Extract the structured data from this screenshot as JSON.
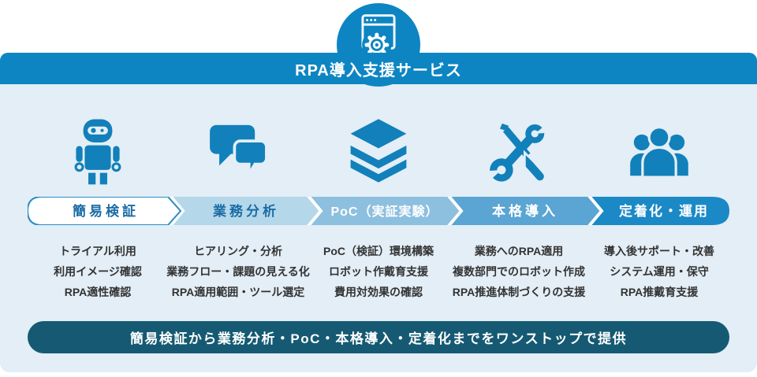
{
  "header": {
    "title": "RPA導入支援サービス",
    "badge_icon": "browser-gear-icon"
  },
  "colors": {
    "primary_blue": "#0d85c2",
    "icon_blue": "#1280ba",
    "panel_bg": "#e3eef6",
    "step_fills": [
      "#ffffff",
      "#b5d7ea",
      "#8dbfdf",
      "#5aa5d3",
      "#1b89c6"
    ],
    "step1_border": "#2a8cc4",
    "step_label_dark": "#1a6ca5",
    "detail_text": "#333333",
    "banner_bg": "#155a72"
  },
  "steps": [
    {
      "icon": "robot-icon",
      "label": "簡易検証",
      "items": [
        "トライアル利用",
        "利用イメージ確認",
        "RPA適性確認"
      ]
    },
    {
      "icon": "chat-icon",
      "label": "業務分析",
      "items": [
        "ヒアリング・分析",
        "業務フロー・課題の見える化",
        "RPA適用範囲・ツール選定"
      ]
    },
    {
      "icon": "layers-icon",
      "label": "PoC（実証実験）",
      "items": [
        "PoC（検証）環境構築",
        "ロボット作戴育支援",
        "費用対効果の確認"
      ]
    },
    {
      "icon": "tools-icon",
      "label": "本格導入",
      "items": [
        "業務へのRPA適用",
        "複数部門でのロボット作成",
        "RPA推進体制づくりの支援"
      ]
    },
    {
      "icon": "team-icon",
      "label": "定着化・運用",
      "items": [
        "導入後サポート・改善",
        "システム運用・保守",
        "RPA推戴育支援"
      ]
    }
  ],
  "footer": {
    "banner": "簡易検証から業務分析・PoC・本格導入・定着化までをワンストップで提供"
  }
}
